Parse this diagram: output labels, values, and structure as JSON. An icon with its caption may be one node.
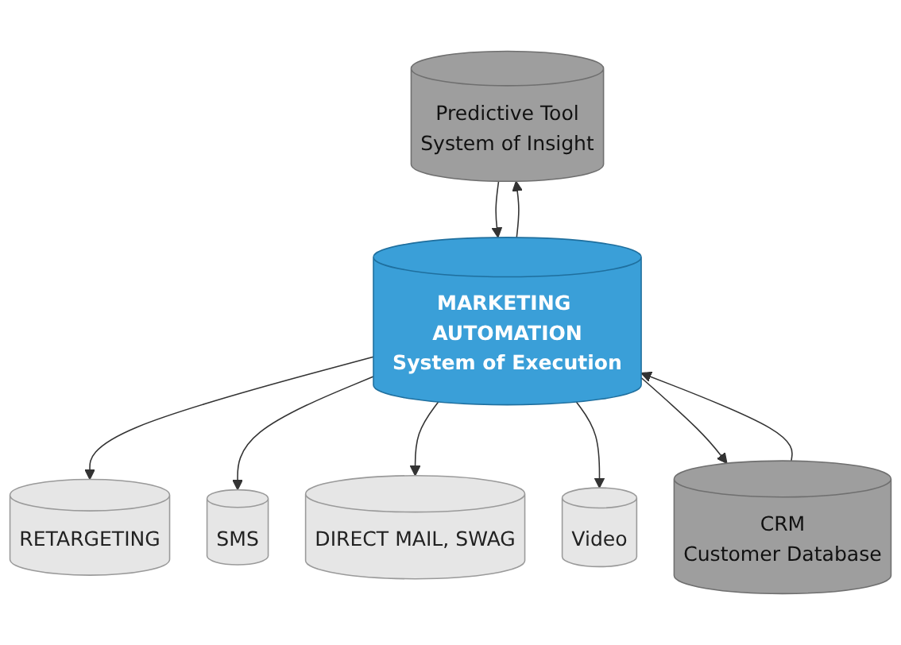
{
  "diagram": {
    "nodes": [
      {
        "text": [
          "Predictive Tool",
          "System of Insight"
        ]
      },
      {
        "text": [
          "RETARGETING"
        ]
      },
      {
        "text": [
          "SMS"
        ]
      },
      {
        "text": [
          "MARKETING AUTOMATION",
          "System of Execution"
        ]
      },
      {
        "text": [
          "DIRECT MAIL, SWAG"
        ]
      },
      {
        "text": [
          "Video"
        ]
      },
      {
        "text": [
          "CRM",
          "Customer Database"
        ]
      }
    ],
    "edges": [
      {
        "from": 0,
        "to": 3,
        "arrow": "to"
      },
      {
        "from": 3,
        "to": 0,
        "arrow": "to"
      },
      {
        "from": 3,
        "to": 1,
        "arrow": "to"
      },
      {
        "from": 3,
        "to": 2,
        "arrow": "to"
      },
      {
        "from": 3,
        "to": 4,
        "arrow": "to"
      },
      {
        "from": 3,
        "to": 5,
        "arrow": "to"
      },
      {
        "from": 6,
        "to": 3,
        "arrow": "to"
      },
      {
        "from": 3,
        "to": 6,
        "arrow": "to"
      }
    ]
  }
}
